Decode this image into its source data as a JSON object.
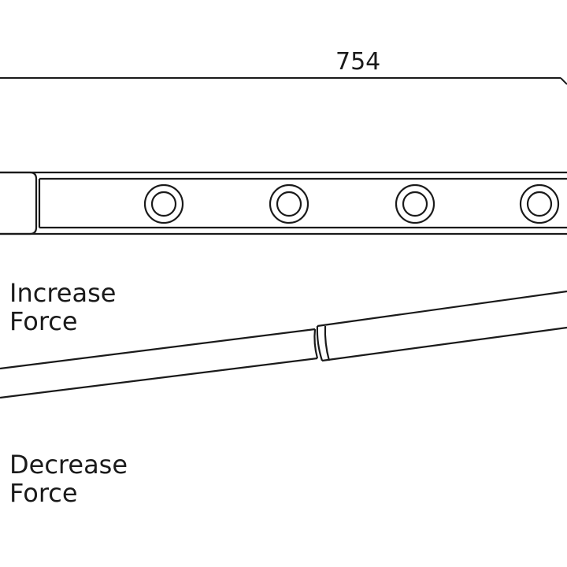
{
  "dimension": {
    "value": "754"
  },
  "labels": {
    "increase": {
      "line1": "Increase",
      "line2": "Force"
    },
    "decrease": {
      "line1": "Decrease",
      "line2": "Force"
    }
  },
  "colors": {
    "stroke": "#1a1a1a",
    "background": "#ffffff"
  }
}
